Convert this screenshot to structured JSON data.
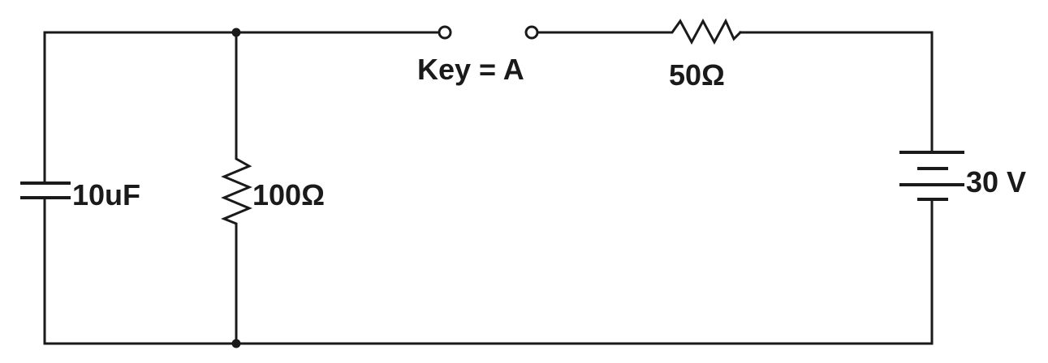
{
  "components": {
    "capacitor": {
      "label": "10uF"
    },
    "shunt_resistor": {
      "label": "100Ω"
    },
    "series_resistor": {
      "label": "50Ω"
    },
    "switch": {
      "label": "Key = A"
    },
    "battery": {
      "label": "30 V"
    }
  }
}
